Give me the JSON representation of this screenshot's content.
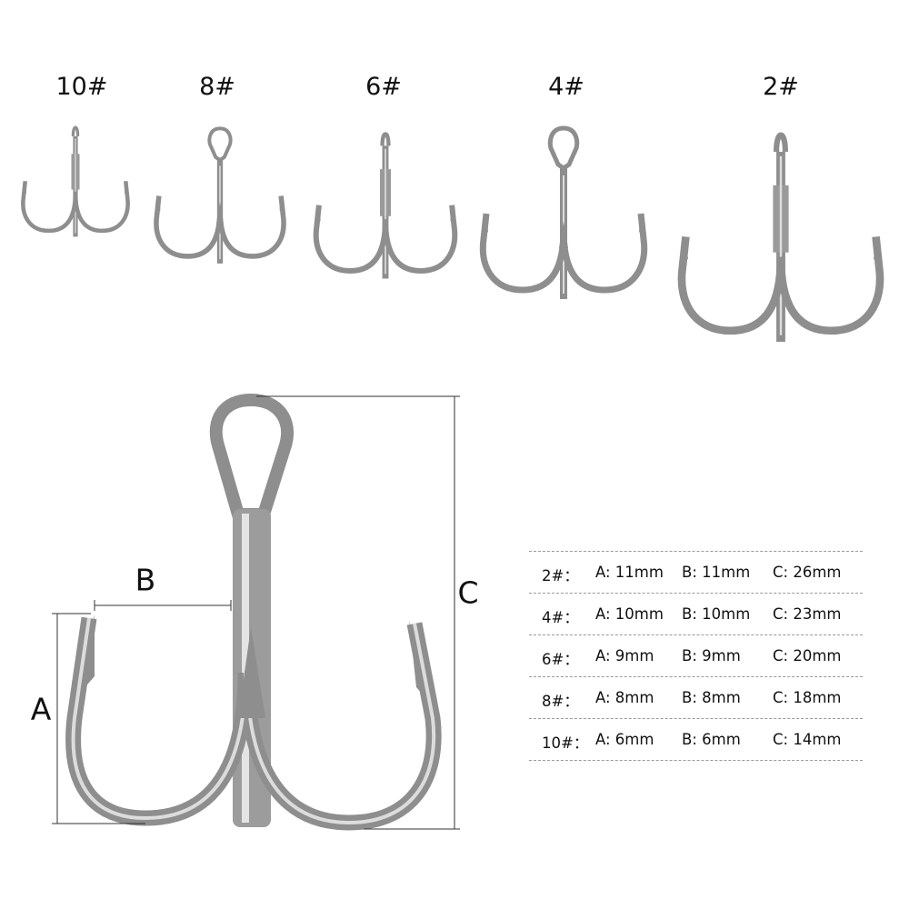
{
  "sizes": [
    "10#",
    "8#",
    "6#",
    "4#",
    "2#"
  ],
  "diagram": {
    "a_label": "A",
    "b_label": "B",
    "c_label": "C"
  },
  "specs": [
    {
      "size": "2#：",
      "a": "A: 11mm",
      "b": "B: 11mm",
      "c": "C: 26mm"
    },
    {
      "size": "4#：",
      "a": "A: 10mm",
      "b": "B: 10mm",
      "c": "C: 23mm"
    },
    {
      "size": "6#：",
      "a": "A: 9mm",
      "b": "B: 9mm",
      "c": "C: 20mm"
    },
    {
      "size": "8#：",
      "a": "A: 8mm",
      "b": "B: 8mm",
      "c": "C: 18mm"
    },
    {
      "size": "10#：",
      "a": "A: 6mm",
      "b": "B: 6mm",
      "c": "C: 14mm"
    }
  ],
  "colors": {
    "hook_steel": "#8e8e8e",
    "hook_light": "#dcdcdc",
    "text": "#111111",
    "dim_line": "#333333"
  }
}
